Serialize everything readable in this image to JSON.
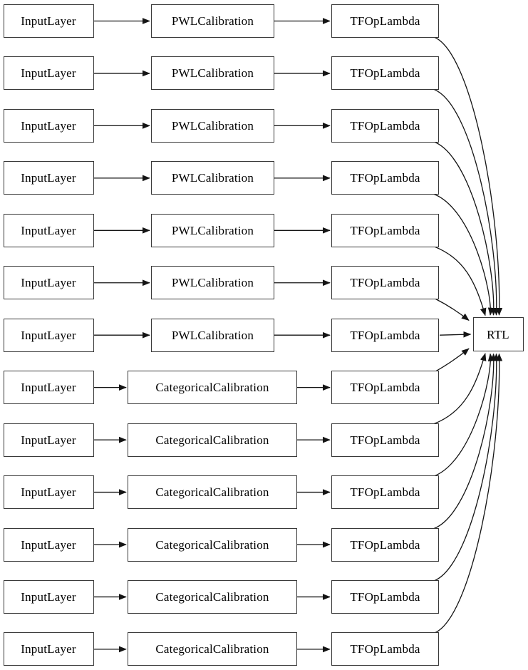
{
  "diagram": {
    "type": "model-architecture-graph",
    "colors": {
      "background": "#ffffff",
      "node_fill": "#ffffff",
      "node_border": "#383838",
      "edge": "#141414",
      "text": "#000000"
    },
    "output_node": {
      "label": "RTL"
    },
    "rows": [
      {
        "input": "InputLayer",
        "calibration": "PWLCalibration",
        "op": "TFOpLambda"
      },
      {
        "input": "InputLayer",
        "calibration": "PWLCalibration",
        "op": "TFOpLambda"
      },
      {
        "input": "InputLayer",
        "calibration": "PWLCalibration",
        "op": "TFOpLambda"
      },
      {
        "input": "InputLayer",
        "calibration": "PWLCalibration",
        "op": "TFOpLambda"
      },
      {
        "input": "InputLayer",
        "calibration": "PWLCalibration",
        "op": "TFOpLambda"
      },
      {
        "input": "InputLayer",
        "calibration": "PWLCalibration",
        "op": "TFOpLambda"
      },
      {
        "input": "InputLayer",
        "calibration": "PWLCalibration",
        "op": "TFOpLambda"
      },
      {
        "input": "InputLayer",
        "calibration": "CategoricalCalibration",
        "op": "TFOpLambda"
      },
      {
        "input": "InputLayer",
        "calibration": "CategoricalCalibration",
        "op": "TFOpLambda"
      },
      {
        "input": "InputLayer",
        "calibration": "CategoricalCalibration",
        "op": "TFOpLambda"
      },
      {
        "input": "InputLayer",
        "calibration": "CategoricalCalibration",
        "op": "TFOpLambda"
      },
      {
        "input": "InputLayer",
        "calibration": "CategoricalCalibration",
        "op": "TFOpLambda"
      },
      {
        "input": "InputLayer",
        "calibration": "CategoricalCalibration",
        "op": "TFOpLambda"
      }
    ]
  }
}
